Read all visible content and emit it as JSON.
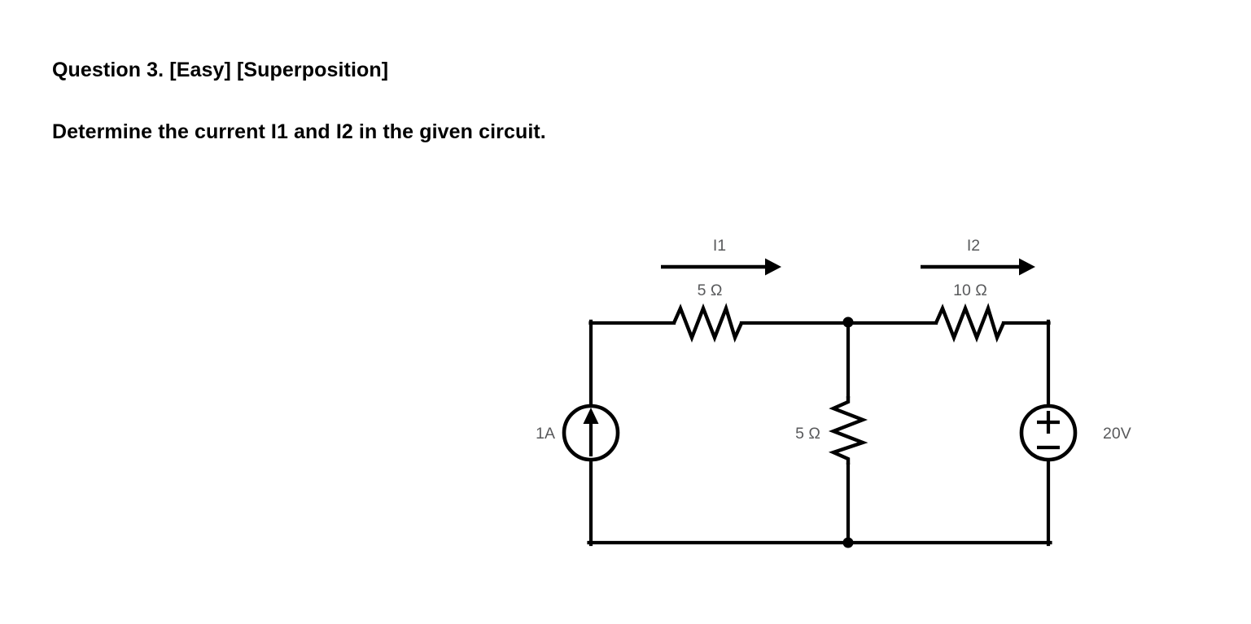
{
  "question": {
    "title": "Question 3. [Easy] [Superposition]",
    "prompt": "Determine the current I1 and I2 in the given circuit."
  },
  "circuit": {
    "labels": {
      "current_i1": "I1",
      "current_i2": "I2",
      "resistor_left": "5 Ω",
      "resistor_right": "10 Ω",
      "resistor_middle": "5 Ω",
      "current_source": "1A",
      "voltage_source": "20V",
      "voltage_plus": "+",
      "voltage_minus": "−"
    },
    "colors": {
      "wire": "#000000",
      "label_text": "#58595b",
      "background": "#ffffff",
      "question_text": "#000000"
    },
    "elements": {
      "current_source_value": "1A",
      "current_source_direction": "up",
      "voltage_source_value": "20V",
      "voltage_source_polarity_top": "+",
      "voltage_source_polarity_bottom": "−",
      "resistor_left_value": "5 Ω",
      "resistor_middle_value": "5 Ω",
      "resistor_right_value": "10 Ω",
      "arrow_i1_direction": "right",
      "arrow_i2_direction": "right"
    }
  }
}
